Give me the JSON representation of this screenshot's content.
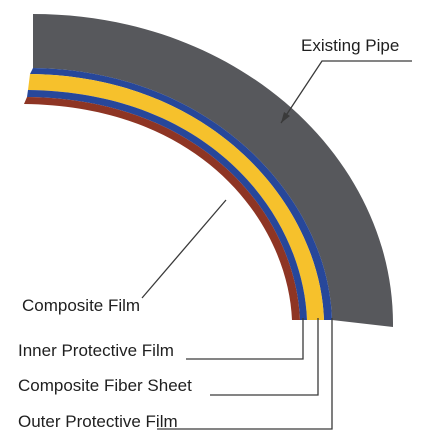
{
  "labels": {
    "existing_pipe": "Existing Pipe",
    "composite_film": "Composite Film",
    "inner_protective_film": "Inner Protective Film",
    "composite_fiber_sheet": "Composite Fiber Sheet",
    "outer_protective_film": "Outer Protective Film"
  },
  "colors": {
    "pipe": "#57585c",
    "inner_protective_film": "#27479a",
    "composite_fiber_sheet": "#f6c12c",
    "outer_protective_film": "#8e3524",
    "leader_lines": "#3a3a3a",
    "text": "#1f1f1f"
  }
}
